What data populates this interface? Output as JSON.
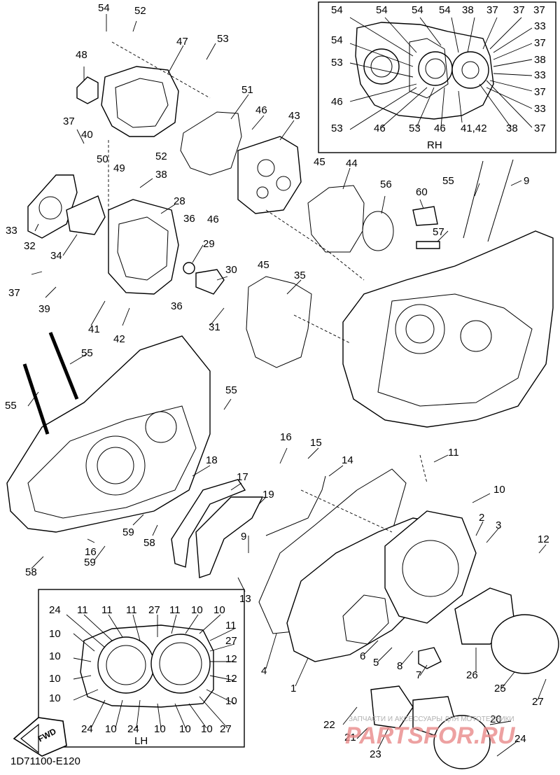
{
  "diagram": {
    "part_code": "1D71100-E120",
    "inset_rh_title": "RH",
    "inset_lh_title": "LH",
    "fwd_label": "FWD",
    "watermark_top": "ЗАПЧАСТИ И АКСЕССУАРЫ ДЛЯ МОТОТЕХНИКИ",
    "watermark_main": "PARTSFOR.RU"
  },
  "callouts": [
    "54",
    "52",
    "47",
    "53",
    "48",
    "51",
    "46",
    "43",
    "37",
    "40",
    "50",
    "49",
    "52",
    "45",
    "44",
    "38",
    "28",
    "36",
    "46",
    "33",
    "32",
    "34",
    "29",
    "37",
    "39",
    "30",
    "36",
    "41",
    "42",
    "31",
    "45",
    "35",
    "55",
    "55",
    "56",
    "60",
    "57",
    "55",
    "9",
    "55",
    "16",
    "15",
    "14",
    "11",
    "18",
    "17",
    "19",
    "10",
    "2",
    "3",
    "59",
    "58",
    "16",
    "59",
    "58",
    "9",
    "13",
    "12",
    "4",
    "1",
    "6",
    "5",
    "8",
    "7",
    "26",
    "25",
    "27",
    "22",
    "21",
    "23",
    "20",
    "24"
  ],
  "rh_callouts": [
    "54",
    "54",
    "54",
    "54",
    "38",
    "37",
    "37",
    "37",
    "54",
    "33",
    "53",
    "37",
    "38",
    "33",
    "46",
    "37",
    "53",
    "46",
    "53",
    "46",
    "41,42",
    "38",
    "33",
    "37"
  ],
  "lh_callouts": [
    "24",
    "11",
    "11",
    "11",
    "27",
    "11",
    "10",
    "10",
    "10",
    "11",
    "27",
    "10",
    "12",
    "10",
    "12",
    "10",
    "10",
    "24",
    "10",
    "24",
    "10",
    "10",
    "10",
    "27"
  ]
}
